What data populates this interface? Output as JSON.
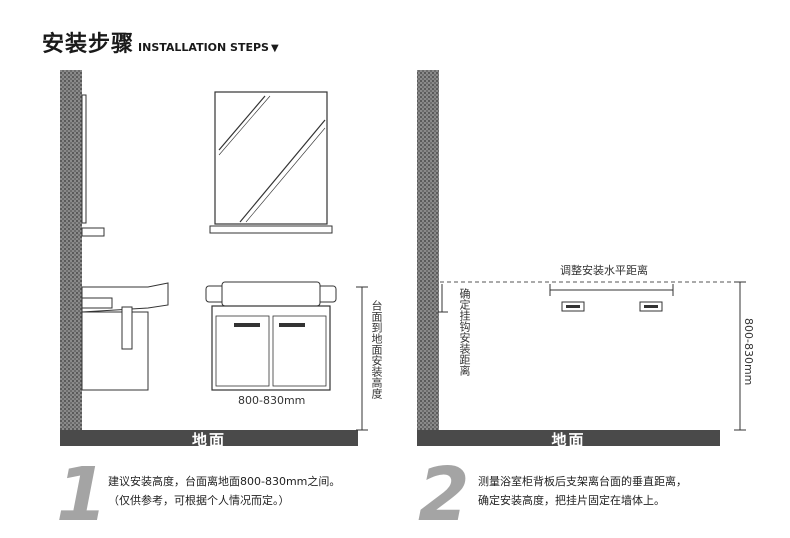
{
  "header": {
    "title_cn": "安装步骤",
    "title_en": "INSTALLATION STEPS",
    "arrow": "▼"
  },
  "step1": {
    "number": "1",
    "line1": "建议安装高度，台面离地面800-830mm之间。",
    "line2": "（仅供参考，可根据个人情况而定。）",
    "cabinet_width_label": "800-830mm",
    "height_label": "台面到地面安装高度",
    "ground_label": "地面"
  },
  "step2": {
    "number": "2",
    "line1": "测量浴室柜背板后支架离台面的垂直距离，",
    "line2": "确定安装高度，把挂片固定在墙体上。",
    "horizontal_label": "调整安装水平距离",
    "vertical_label": "确定挂钩安装距离",
    "height_label": "800-830mm",
    "ground_label": "地面"
  },
  "colors": {
    "wall_tile": "#707070",
    "ground": "#4a4a4a",
    "line": "#333333",
    "number_grey": "#a4a4a4"
  }
}
